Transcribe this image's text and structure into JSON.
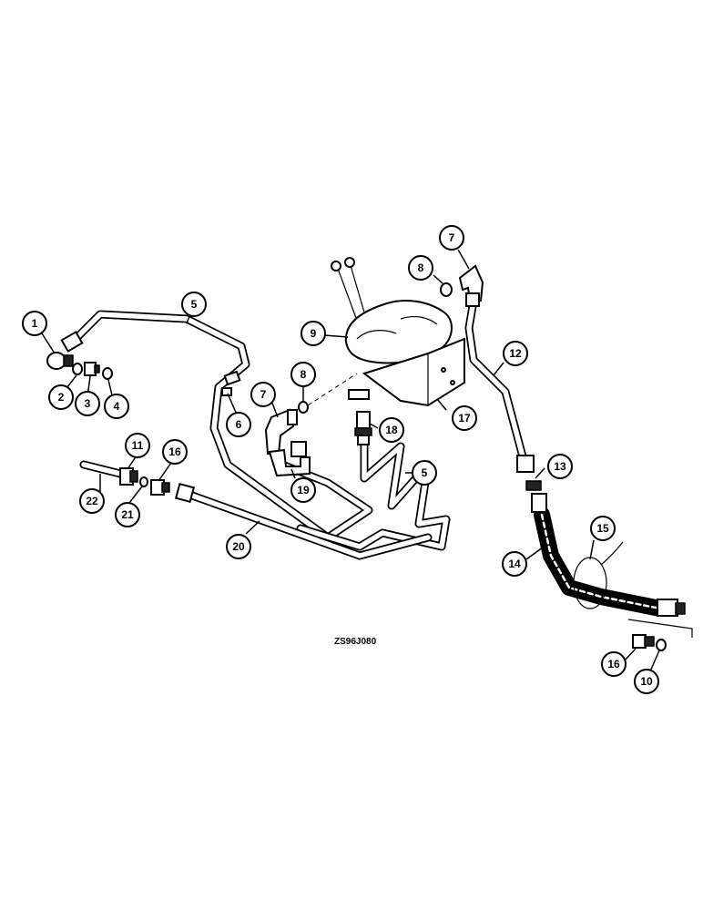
{
  "drawing_code": "ZS96J080",
  "callouts": [
    {
      "id": "c1",
      "label": "1"
    },
    {
      "id": "c2",
      "label": "2"
    },
    {
      "id": "c3",
      "label": "3"
    },
    {
      "id": "c4",
      "label": "4"
    },
    {
      "id": "c5a",
      "label": "5"
    },
    {
      "id": "c5b",
      "label": "5"
    },
    {
      "id": "c6",
      "label": "6"
    },
    {
      "id": "c7a",
      "label": "7"
    },
    {
      "id": "c7b",
      "label": "7"
    },
    {
      "id": "c8a",
      "label": "8"
    },
    {
      "id": "c8b",
      "label": "8"
    },
    {
      "id": "c9",
      "label": "9"
    },
    {
      "id": "c10",
      "label": "10"
    },
    {
      "id": "c11",
      "label": "11"
    },
    {
      "id": "c12",
      "label": "12"
    },
    {
      "id": "c13",
      "label": "13"
    },
    {
      "id": "c14",
      "label": "14"
    },
    {
      "id": "c15",
      "label": "15"
    },
    {
      "id": "c16a",
      "label": "16"
    },
    {
      "id": "c16b",
      "label": "16"
    },
    {
      "id": "c17",
      "label": "17"
    },
    {
      "id": "c18",
      "label": "18"
    },
    {
      "id": "c19",
      "label": "19"
    },
    {
      "id": "c20",
      "label": "20"
    },
    {
      "id": "c21",
      "label": "21"
    },
    {
      "id": "c22",
      "label": "22"
    }
  ]
}
